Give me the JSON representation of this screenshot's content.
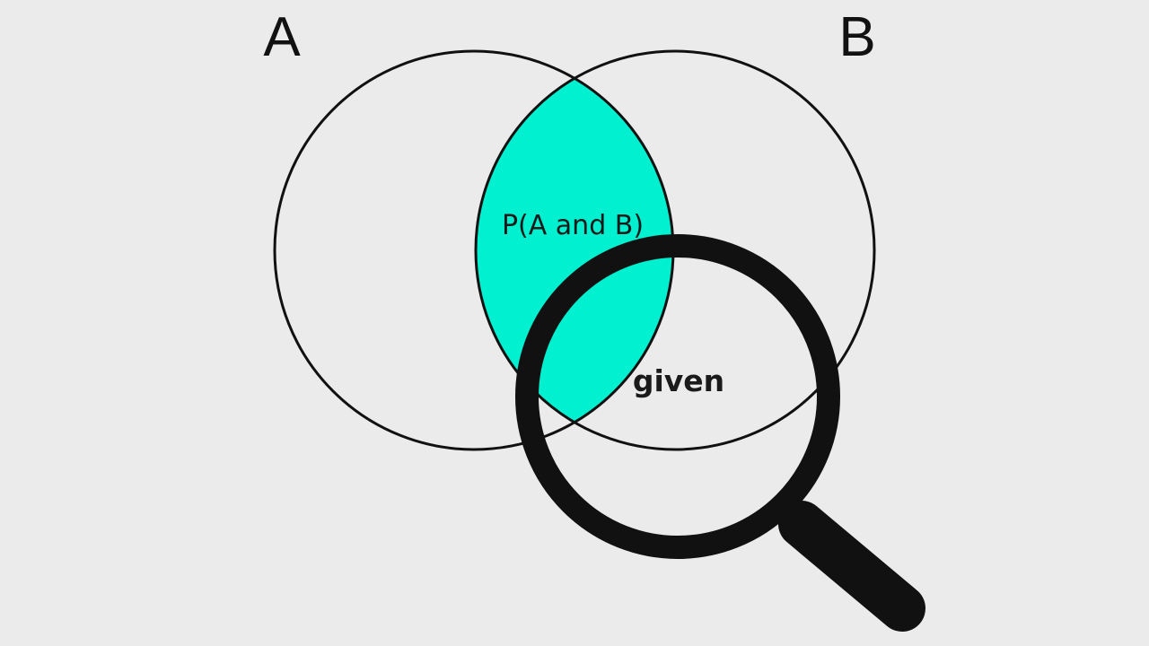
{
  "diagram": {
    "set_a_label": "A",
    "set_b_label": "B",
    "intersection_label": "P(A and B)",
    "given_label": "given",
    "colors": {
      "background": "#ebebeb",
      "intersection_fill": "#00f0d0",
      "outline": "#111111",
      "magnifier": "#111111"
    },
    "icons": [
      "magnifying-glass-icon"
    ]
  }
}
